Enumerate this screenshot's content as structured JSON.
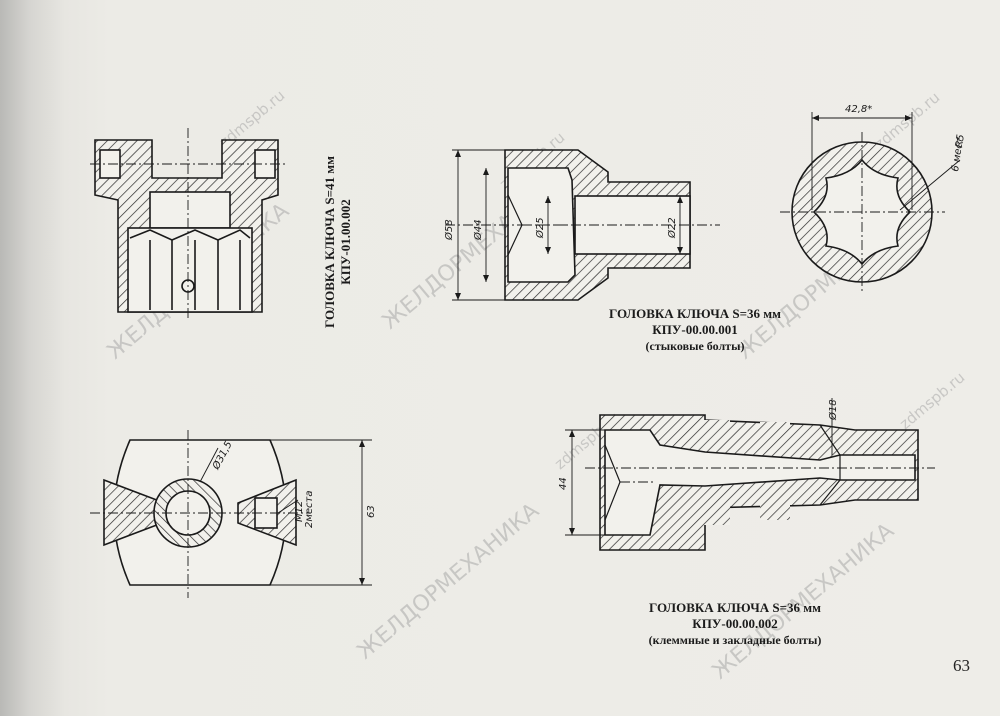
{
  "page": {
    "number": "63"
  },
  "watermark": {
    "site": "zdmspb.ru",
    "company": "ЖЕЛДОРМЕХАНИКА"
  },
  "figures": {
    "head_41": {
      "title": "ГОЛОВКА КЛЮЧА S=41 мм",
      "code": "КПУ-01.00.002",
      "dims": {
        "d31": "Ø31,5",
        "m12": "M12",
        "m12_note": "2места",
        "h63": "63"
      }
    },
    "head_36_butt": {
      "title": "ГОЛОВКА КЛЮЧА S=36 мм",
      "code": "КПУ-00.00.001",
      "note": "(стыковые болты)",
      "dims": {
        "d58": "Ø58",
        "d44": "Ø44",
        "d25": "Ø25",
        "d22": "Ø22",
        "w428": "42,8*",
        "r5": "R5",
        "r5_note": "6 мест"
      }
    },
    "head_36_clamp": {
      "title": "ГОЛОВКА КЛЮЧА S=36 мм",
      "code": "КПУ-00.00.002",
      "note": "(клеммные и закладные болты)",
      "dims": {
        "h44": "44",
        "d18": "Ø18"
      }
    }
  }
}
